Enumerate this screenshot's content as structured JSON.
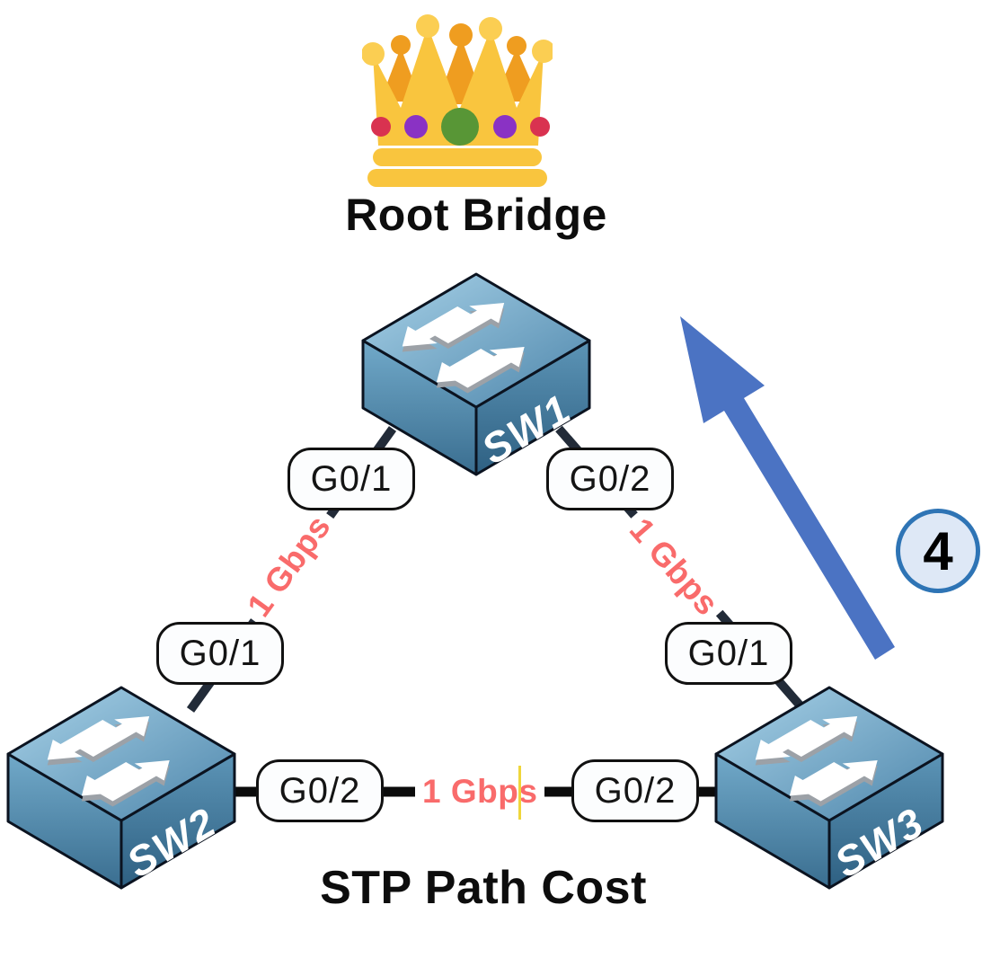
{
  "diagram": {
    "title": "STP Path Cost",
    "root_bridge_label": "Root Bridge",
    "annotation_number": "4",
    "switches": [
      {
        "name": "SW1",
        "ports": {
          "left": "G0/1",
          "right": "G0/2"
        }
      },
      {
        "name": "SW2",
        "ports": {
          "top": "G0/1",
          "right": "G0/2"
        }
      },
      {
        "name": "SW3",
        "ports": {
          "top": "G0/1",
          "left": "G0/2"
        }
      }
    ],
    "links": [
      {
        "from": "SW1",
        "to": "SW2",
        "speed": "1 Gbps"
      },
      {
        "from": "SW1",
        "to": "SW3",
        "speed": "1 Gbps"
      },
      {
        "from": "SW2",
        "to": "SW3",
        "speed": "1 Gbps"
      }
    ],
    "colors": {
      "link_speed_text": "#F96B6B",
      "link_line": "#222B38",
      "arrow_blue": "#4B73C3",
      "badge_fill": "#DEE8F6",
      "badge_border": "#2E74B5",
      "switch_top_light": "#A8D2E8",
      "switch_side_dark": "#2E6082",
      "crown_gold": "#F9C53E",
      "crown_orange": "#EF9D20",
      "jewel_red": "#D93250",
      "jewel_purple": "#8A32C4",
      "jewel_green": "#589636"
    }
  }
}
